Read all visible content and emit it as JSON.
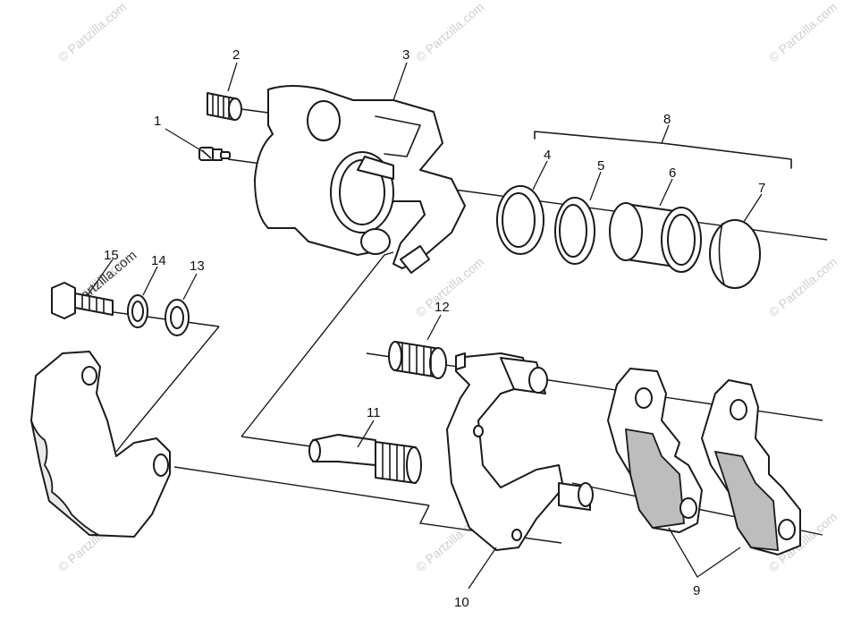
{
  "watermark": {
    "text": "© Partzilla.com",
    "large_text": "Partzilla.com"
  },
  "callouts": {
    "c1": "1",
    "c2": "2",
    "c3": "3",
    "c4": "4",
    "c5": "5",
    "c6": "6",
    "c7": "7",
    "c8": "8",
    "c9": "9",
    "c10": "10",
    "c11": "11",
    "c12": "12",
    "c13": "13",
    "c14": "14",
    "c15": "15"
  }
}
